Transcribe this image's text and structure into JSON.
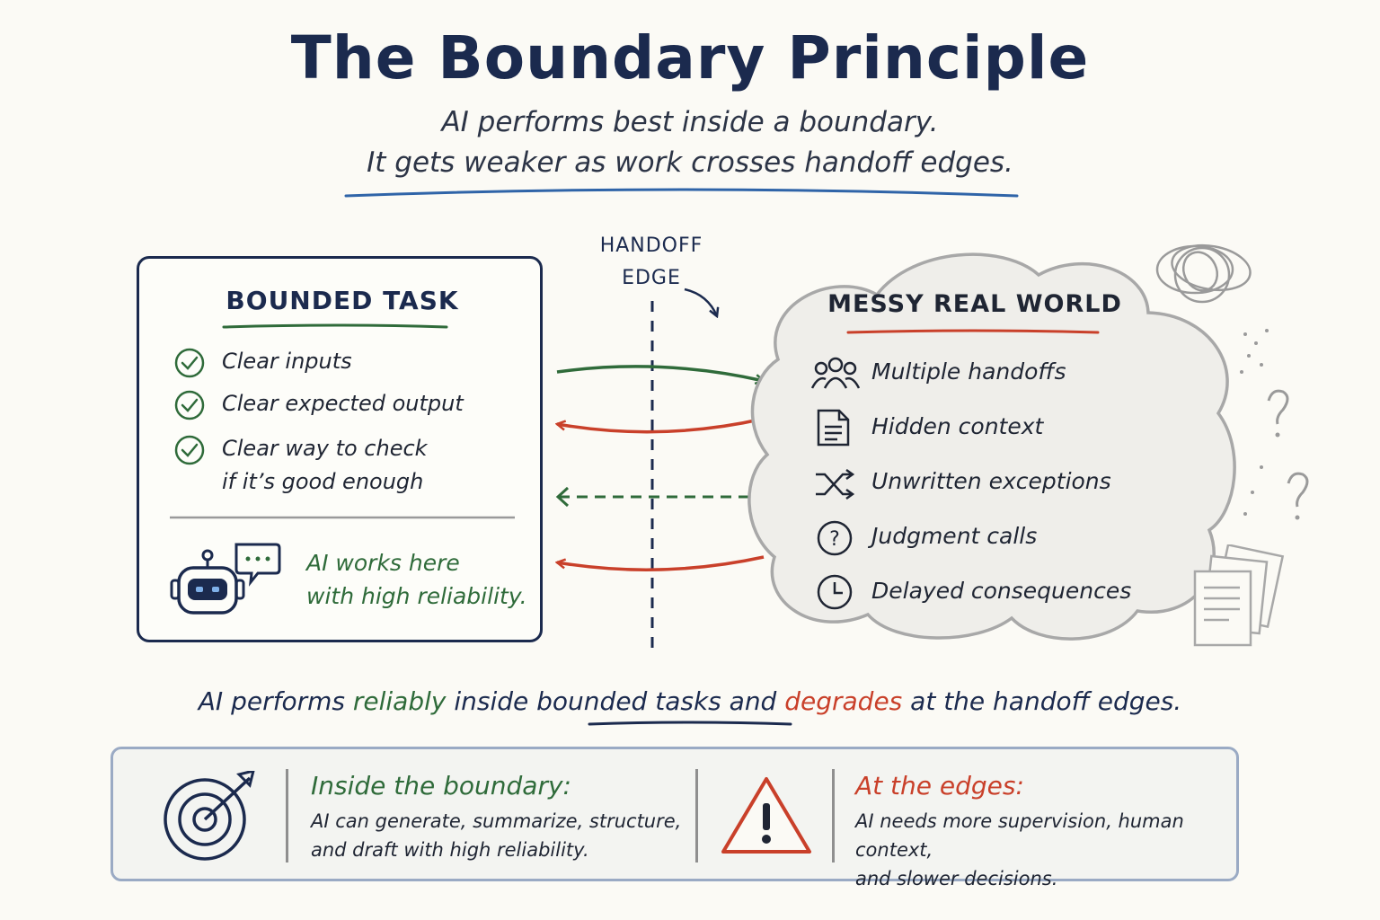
{
  "header": {
    "title": "The Boundary Principle",
    "subtitle_line1": "AI performs best inside a boundary.",
    "subtitle_line2": "It gets weaker as work crosses handoff edges."
  },
  "bounded_task": {
    "title": "BOUNDED TASK",
    "items": [
      "Clear inputs",
      "Clear expected output",
      "Clear way to check",
      "if it’s good enough"
    ],
    "note_line1": "AI works here",
    "note_line2": "with high reliability."
  },
  "handoff": {
    "line1": "HANDOFF",
    "line2": "EDGE"
  },
  "messy_world": {
    "title": "MESSY REAL WORLD",
    "items": [
      {
        "label": "Multiple handoffs",
        "icon": "people-icon"
      },
      {
        "label": "Hidden context",
        "icon": "document-icon"
      },
      {
        "label": "Unwritten exceptions",
        "icon": "shuffle-icon"
      },
      {
        "label": "Judgment calls",
        "icon": "question-icon"
      },
      {
        "label": "Delayed consequences",
        "icon": "clock-icon"
      }
    ]
  },
  "summary": {
    "part1": "AI performs ",
    "reliably": "reliably",
    "part2": " inside ",
    "bounded": "bounded",
    "part3": " tasks and ",
    "degrades": "degrades",
    "part4": " at the handoff edges."
  },
  "inside_panel": {
    "heading": "Inside the boundary:",
    "body_line1": "AI can generate, summarize, structure,",
    "body_line2": "and draft with high reliability."
  },
  "edges_panel": {
    "heading": "At the edges:",
    "body_line1": "AI needs more supervision, human context,",
    "body_line2": "and slower decisions."
  },
  "colors": {
    "navy": "#1b2a4e",
    "green": "#2f6b3a",
    "red": "#c9402a",
    "cloud_border": "#a8a8a8",
    "panel_border": "#9aaac4"
  }
}
